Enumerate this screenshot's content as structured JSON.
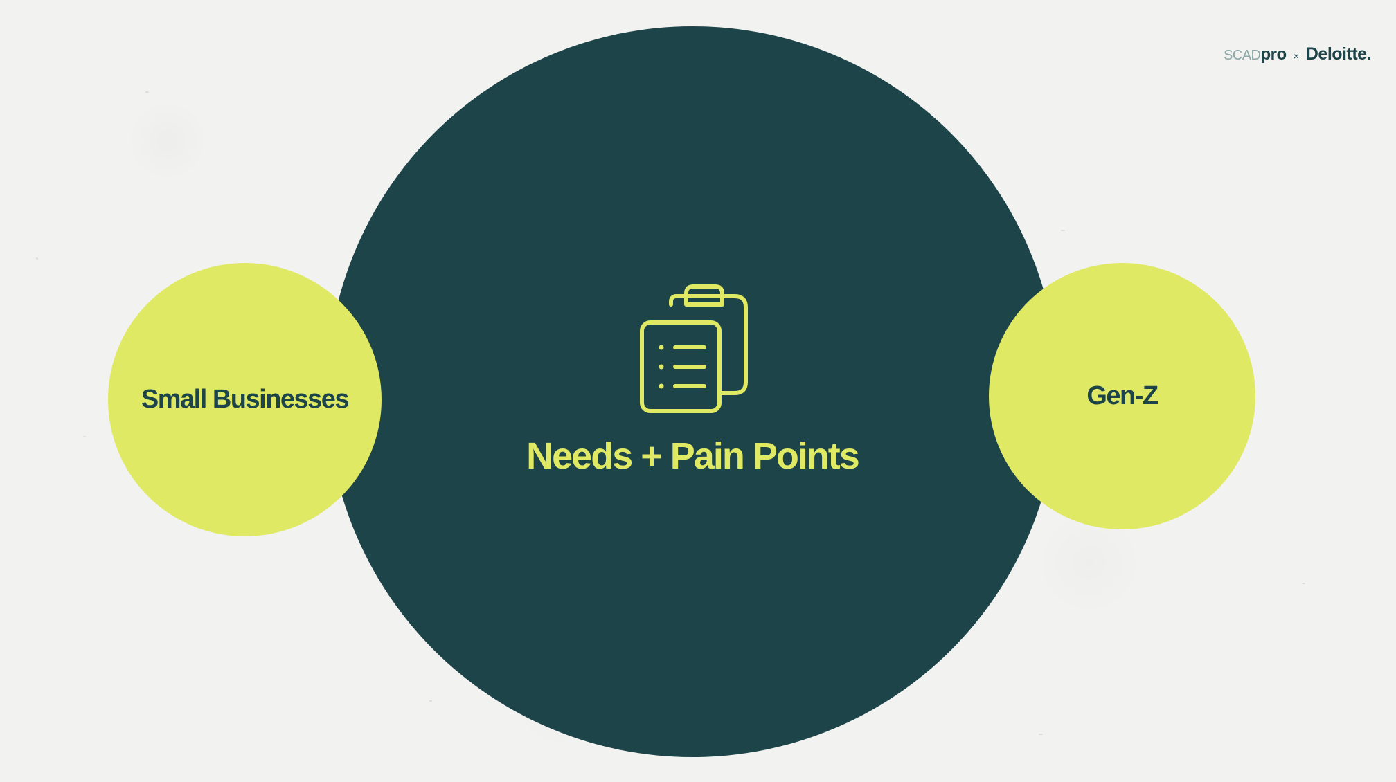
{
  "colors": {
    "dark_teal": "#1d4449",
    "lime": "#dfe964",
    "background": "#f2f2f1"
  },
  "logo": {
    "scad": "SCAD",
    "pro": "pro",
    "times": "×",
    "deloitte": "Deloitte."
  },
  "center": {
    "icon": "clipboard-list-icon",
    "title": "Needs + Pain Points"
  },
  "left_circle": {
    "label": "Small Businesses"
  },
  "right_circle": {
    "label": "Gen-Z"
  }
}
